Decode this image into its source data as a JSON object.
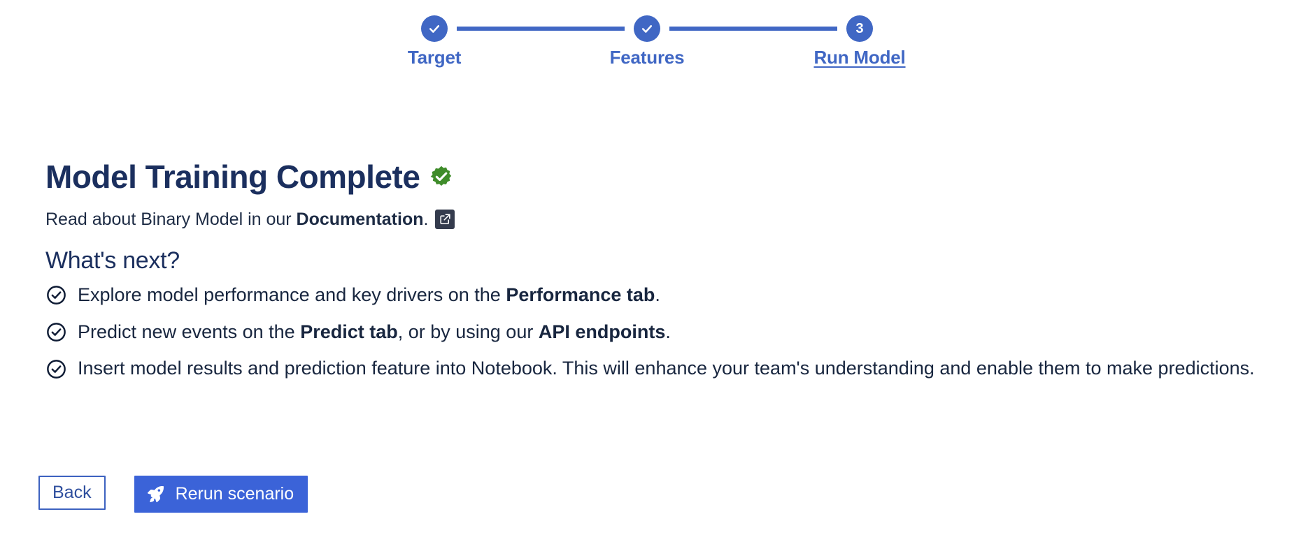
{
  "stepper": {
    "accent_color": "#4067c4",
    "steps": [
      {
        "label": "Target",
        "marker": "check",
        "state": "complete",
        "icon": "check-icon"
      },
      {
        "label": "Features",
        "marker": "check",
        "state": "complete",
        "icon": "check-icon"
      },
      {
        "label": "Run Model",
        "marker": "3",
        "state": "active",
        "icon": "step-number"
      }
    ]
  },
  "main": {
    "title": "Model Training Complete",
    "title_badge_icon": "verified-badge-icon",
    "title_badge_color": "#3f8c2a",
    "doc_line": {
      "prefix": "Read about Binary Model in our ",
      "link_text": "Documentation",
      "suffix": ".",
      "external_icon": "external-link-icon"
    },
    "whats_next_heading": "What's next?",
    "next_items": [
      {
        "icon": "check-circle-icon",
        "prefix": "Explore model performance and key drivers on the ",
        "strong": "Performance tab",
        "suffix": "."
      },
      {
        "icon": "check-circle-icon",
        "prefix": "Predict new events on the ",
        "strong": "Predict tab",
        "middle": ", or by using our ",
        "strong2": "API endpoints",
        "suffix": "."
      },
      {
        "icon": "check-circle-icon",
        "prefix": "Insert model results and prediction feature into Notebook. This will enhance your team's understanding and enable them to make predictions.",
        "strong": "",
        "suffix": ""
      }
    ]
  },
  "footer": {
    "back_label": "Back",
    "rerun_label": "Rerun scenario",
    "rerun_icon": "rocket-icon",
    "primary_color": "#3b63d8",
    "back_border_color": "#3d62c0"
  }
}
